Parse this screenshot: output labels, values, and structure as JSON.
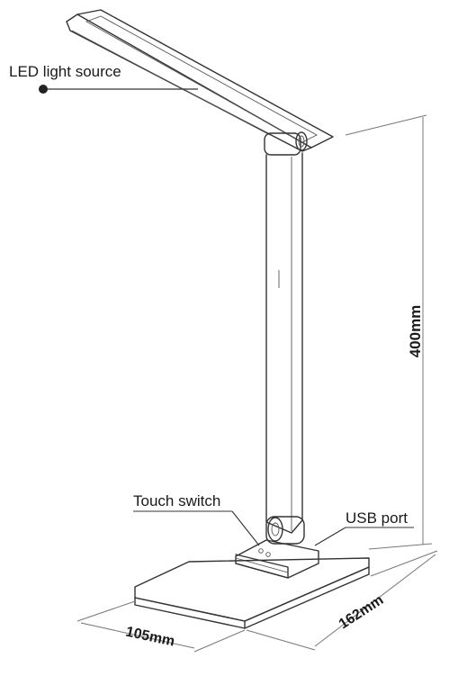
{
  "callouts": {
    "led": "LED light source",
    "touch": "Touch  switch",
    "usb": "USB port"
  },
  "dimensions": {
    "height": "400mm",
    "width": "105mm",
    "depth": "162mm"
  }
}
